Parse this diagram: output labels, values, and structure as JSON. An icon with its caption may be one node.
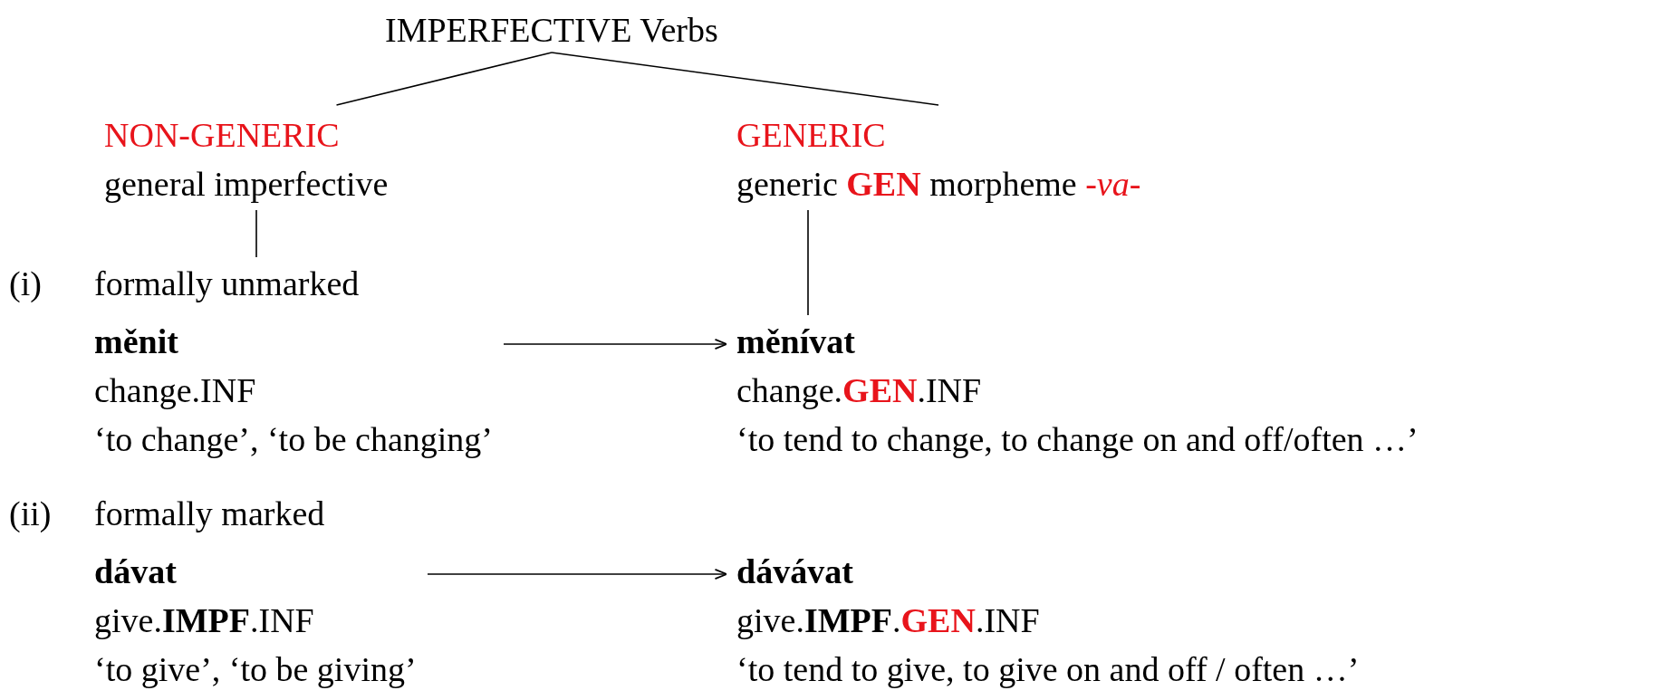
{
  "diagram": {
    "nodes": [
      {
        "text": [
          "IMPERFECTIVE Verbs"
        ]
      },
      {
        "text": [
          "NON-GENERIC",
          "general imperfective"
        ]
      },
      {
        "text": [
          "GENERIC",
          "generic **GEN** morpheme *-va-*"
        ]
      },
      {
        "text": [
          "formally unmarked"
        ]
      },
      {
        "text": [
          "měnit",
          "change.INF",
          "‘to change’, ‘to be changing’"
        ]
      },
      {
        "text": [
          "měnívat",
          "change.**GEN**.INF",
          "‘to tend to change, to change on and off/often …’"
        ]
      },
      {
        "text": [
          "formally marked"
        ]
      },
      {
        "text": [
          "dávat",
          "give.**IMPF**.INF",
          "‘to give’, ‘to be giving’"
        ]
      },
      {
        "text": [
          "dávávat",
          "give.**IMPF**.**GEN**.INF",
          "‘to tend to give, to give on and off / often …’"
        ]
      }
    ],
    "edges": [
      {
        "from": 0,
        "to": 1,
        "arrow": "none"
      },
      {
        "from": 0,
        "to": 2,
        "arrow": "none"
      },
      {
        "from": 1,
        "to": 3,
        "arrow": "none"
      },
      {
        "from": 2,
        "to": 5,
        "arrow": "none"
      },
      {
        "from": 4,
        "to": 5,
        "arrow": "to"
      },
      {
        "from": 7,
        "to": 8,
        "arrow": "to"
      }
    ],
    "labels": [
      "(i)",
      "(ii)"
    ]
  }
}
